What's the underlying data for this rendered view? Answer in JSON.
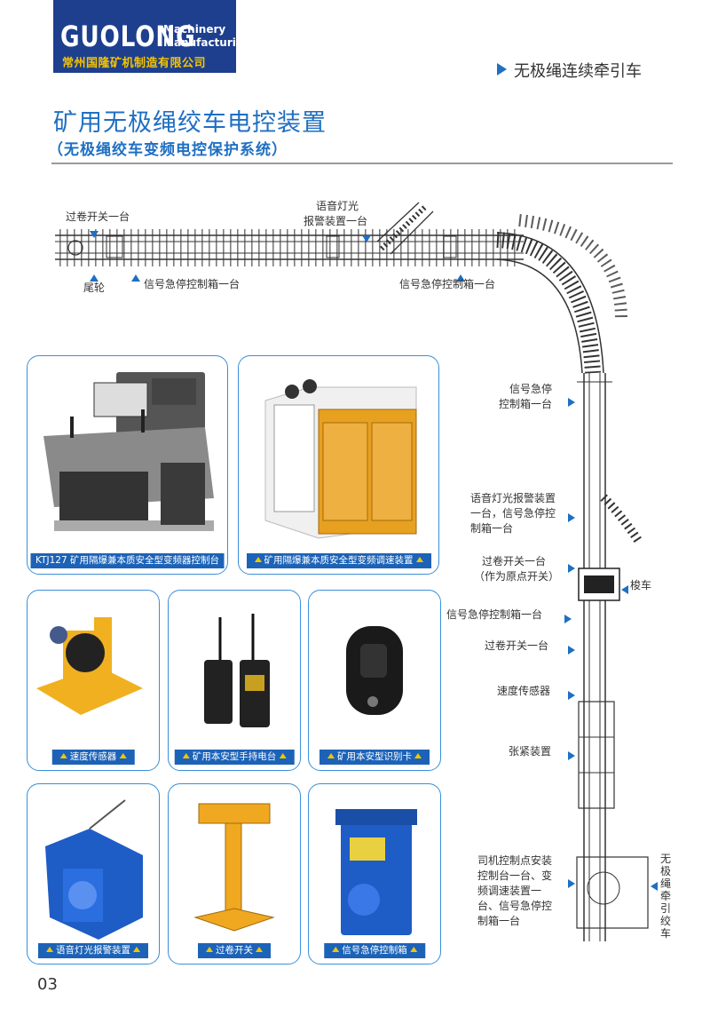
{
  "header": {
    "logo_main": "GUOLONG",
    "logo_sub1": "Machinery",
    "logo_sub2": "Manufacturing",
    "logo_cn": "常州国隆矿机制造有限公司",
    "section": "无极绳连续牵引车"
  },
  "title": "矿用无极绳绞车电控装置",
  "subtitle": "（无极绳绞车变频电控保护系统）",
  "diagram": {
    "labels": {
      "overwind_top": "过卷开关一台",
      "voice_light_top_1": "语音灯光",
      "voice_light_top_2": "报警装置一台",
      "tail_wheel": "尾轮",
      "signal_box_1": "信号急停控制箱一台",
      "signal_box_2": "信号急停控制箱一台",
      "signal_box_3_a": "信号急停",
      "signal_box_3_b": "控制箱一台",
      "voice_signal_a": "语音灯光报警装置",
      "voice_signal_b": "一台，信号急停控",
      "voice_signal_c": "制箱一台",
      "overwind_origin_a": "过卷开关一台",
      "overwind_origin_b": "（作为原点开关）",
      "shuttle_car": "梭车",
      "signal_box_4": "信号急停控制箱一台",
      "overwind_2": "过卷开关一台",
      "speed_sensor": "速度传感器",
      "tensioner": "张紧装置",
      "driver_a": "司机控制点安装",
      "driver_b": "控制台一台、变",
      "driver_c": "频调速装置一",
      "driver_d": "台、信号急停控",
      "driver_e": "制箱一台",
      "winch_vertical": "无极绳牵引绞车"
    }
  },
  "products": [
    {
      "caption": "KTJ127 矿用隔爆兼本质安全型变频器控制台"
    },
    {
      "caption": "矿用隔爆兼本质安全型变频调速装置"
    },
    {
      "caption": "速度传感器"
    },
    {
      "caption": "矿用本安型手持电台"
    },
    {
      "caption": "矿用本安型识别卡"
    },
    {
      "caption": "语音灯光报警装置"
    },
    {
      "caption": "过卷开关"
    },
    {
      "caption": "信号急停控制箱"
    }
  ],
  "page_number": "03",
  "colors": {
    "brand_blue": "#1d3f8e",
    "accent_blue": "#1f6fc2",
    "caption_blue": "#1c63b8",
    "yellow": "#f5c400",
    "orange": "#e8a020"
  }
}
